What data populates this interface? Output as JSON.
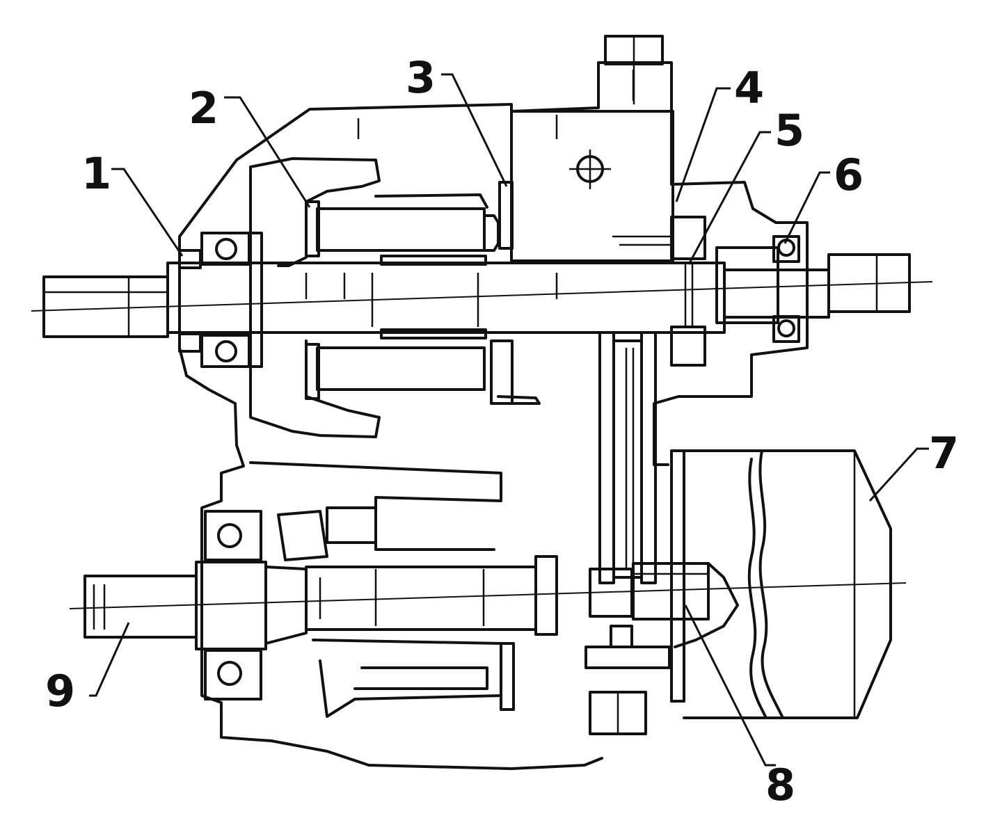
{
  "drawing": {
    "callouts": [
      {
        "id": "1",
        "label": "1"
      },
      {
        "id": "2",
        "label": "2"
      },
      {
        "id": "3",
        "label": "3"
      },
      {
        "id": "4",
        "label": "4"
      },
      {
        "id": "5",
        "label": "5"
      },
      {
        "id": "6",
        "label": "6"
      },
      {
        "id": "7",
        "label": "7"
      },
      {
        "id": "8",
        "label": "8"
      },
      {
        "id": "9",
        "label": "9"
      }
    ],
    "colors": {
      "ink": "#111111",
      "paper": "#ffffff"
    }
  }
}
